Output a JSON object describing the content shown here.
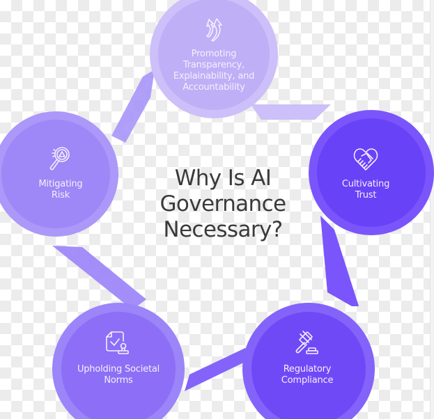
{
  "title": {
    "lines": [
      "Why Is AI",
      "Governance",
      "Necessary?"
    ]
  },
  "nodes": [
    {
      "id": "transparency",
      "lines": [
        "Promoting",
        "Transparency,",
        "Explainability, and",
        "Accountability"
      ],
      "icon": "rising-arrows-icon",
      "outer_color": "#cdbff9",
      "inner_color": "#bfaff6"
    },
    {
      "id": "trust",
      "lines": [
        "Cultivating",
        "Trust"
      ],
      "icon": "heart-handshake-icon",
      "outer_color": "#7a55fb",
      "inner_color": "#6842f7"
    },
    {
      "id": "compliance",
      "lines": [
        "Regulatory",
        "Compliance"
      ],
      "icon": "gavel-icon",
      "outer_color": "#8463fa",
      "inner_color": "#7049f7"
    },
    {
      "id": "norms",
      "lines": [
        "Upholding Societal",
        "Norms"
      ],
      "icon": "document-check-stamp-icon",
      "outer_color": "#9c84f9",
      "inner_color": "#8c6ff6"
    },
    {
      "id": "risk",
      "lines": [
        "Mitigating",
        "Risk"
      ],
      "icon": "magnifier-warning-icon",
      "outer_color": "#a996f9",
      "inner_color": "#9c85f7"
    }
  ]
}
